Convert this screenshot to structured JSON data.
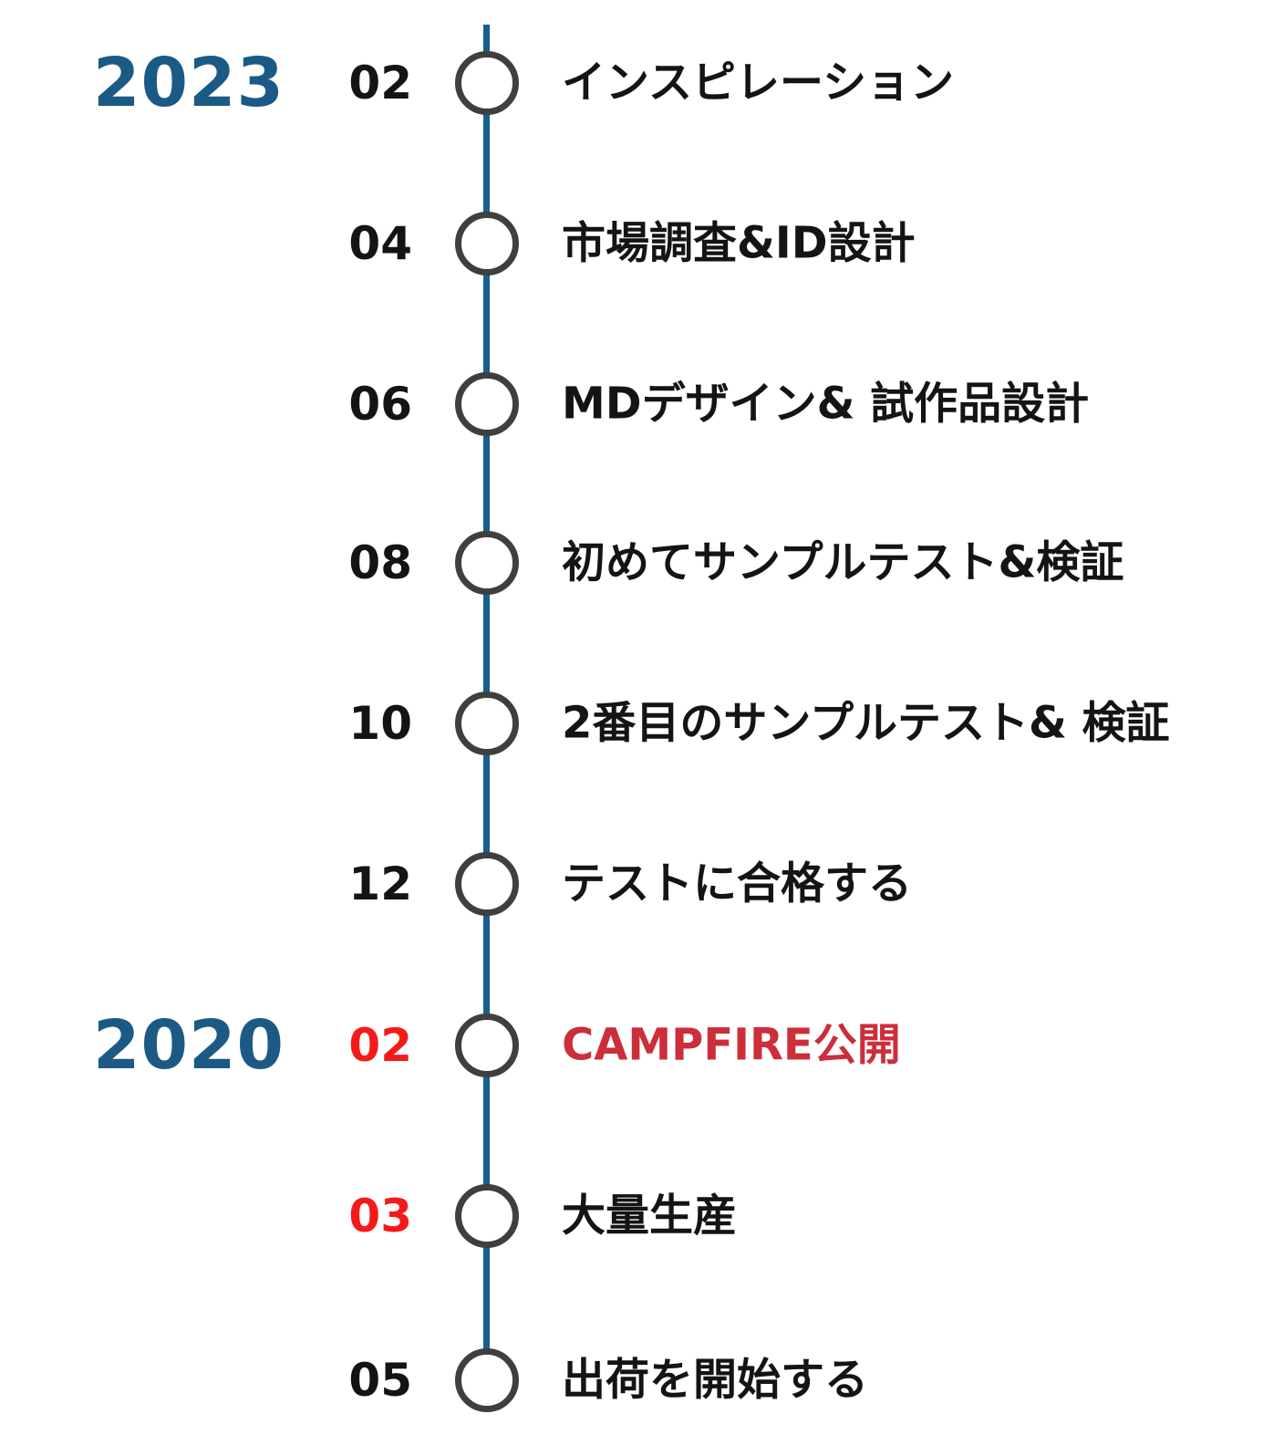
{
  "timeline": {
    "title": "product-development-timeline",
    "colors": {
      "line": "#15608c",
      "year_text": "#1b5a85",
      "node_stroke": "#3f3f3f",
      "node_fill": "#ffffff",
      "default_text": "#141414",
      "highlight_month_red": "#f51a1a",
      "highlight_label_red": "#cc2e3a",
      "background": "#ffffff"
    },
    "items": [
      {
        "year": "2023",
        "month": "02",
        "label": "インスピレーション",
        "highlight": false
      },
      {
        "year": "",
        "month": "04",
        "label": "市場調査&ID設計",
        "highlight": false
      },
      {
        "year": "",
        "month": "06",
        "label": "MDデザイン& 試作品設計",
        "highlight": false
      },
      {
        "year": "",
        "month": "08",
        "label": "初めてサンプルテスト&検証",
        "highlight": false
      },
      {
        "year": "",
        "month": "10",
        "label": "2番目のサンプルテスト& 検証",
        "highlight": false
      },
      {
        "year": "",
        "month": "12",
        "label": "テストに合格する",
        "highlight": false
      },
      {
        "year": "2020",
        "month": "02",
        "label": "CAMPFIRE公開",
        "highlight": true
      },
      {
        "year": "",
        "month": "03",
        "label": "大量生産",
        "highlight": "month-only"
      },
      {
        "year": "",
        "month": "05",
        "label": "出荷を開始する",
        "highlight": false
      }
    ]
  }
}
